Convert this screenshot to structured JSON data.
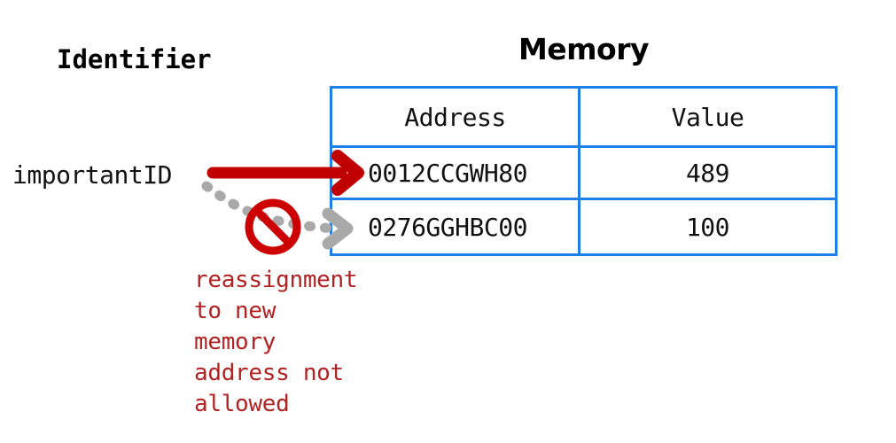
{
  "diagram": {
    "identifier_label": "Identifier",
    "memory_title": "Memory",
    "variable_name": "importantID"
  },
  "table": {
    "columns": [
      "Address",
      "Value"
    ],
    "rows": [
      {
        "address": "0012CCGWH80",
        "value": "489"
      },
      {
        "address": "0276GGHBC00",
        "value": "100"
      }
    ]
  },
  "caption": {
    "line1": "reassignment",
    "line2": "to new",
    "line3": "memory",
    "line4": "address not",
    "line5": "allowed"
  },
  "icons": {
    "allowed_arrow": "red-solid-arrow-icon",
    "blocked_arrow": "gray-dotted-arrow-icon",
    "prohibition": "no-entry-icon"
  },
  "colors": {
    "table_border": "#1f7fe8",
    "allowed_arrow": "#c00000",
    "blocked_arrow": "#a9a9a9",
    "prohibition": "#cc0000",
    "caption_text": "#b22222",
    "text": "#111111",
    "background": "#ffffff"
  }
}
